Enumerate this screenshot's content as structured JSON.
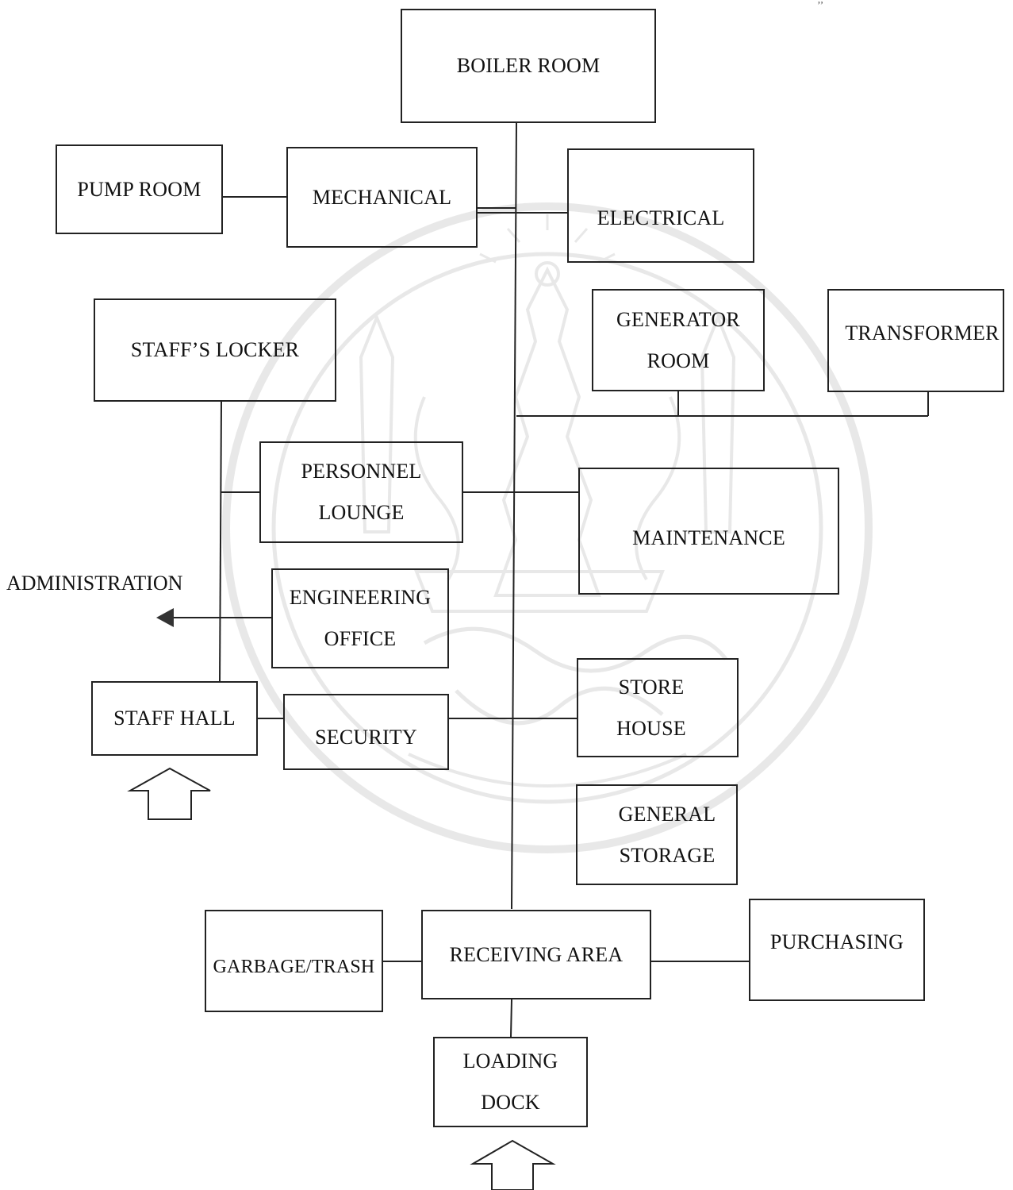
{
  "diagram": {
    "rooms": {
      "boiler_room": [
        "BOILER ROOM"
      ],
      "pump_room": [
        "PUMP ROOM"
      ],
      "mechanical": [
        "MECHANICAL"
      ],
      "electrical": [
        "ELECTRICAL"
      ],
      "staffs_locker": [
        "STAFF’S LOCKER"
      ],
      "generator_room": [
        "GENERATOR",
        "ROOM"
      ],
      "transformer": [
        "TRANSFORMER"
      ],
      "personnel_lounge": [
        "PERSONNEL",
        "LOUNGE"
      ],
      "maintenance": [
        "MAINTENANCE"
      ],
      "engineering_office": [
        "ENGINEERING",
        "OFFICE"
      ],
      "staff_hall": [
        "STAFF HALL"
      ],
      "security": [
        "SECURITY"
      ],
      "store_house": [
        "STORE",
        "HOUSE"
      ],
      "general_storage": [
        "GENERAL",
        "STORAGE"
      ],
      "garbage_trash": [
        "GARBAGE/TRASH"
      ],
      "receiving_area": [
        "RECEIVING AREA"
      ],
      "purchasing": [
        "PURCHASING"
      ],
      "loading_dock": [
        "LOADING",
        "DOCK"
      ]
    },
    "external_label": "ADMINISTRATION",
    "corner_mark": "’’",
    "colors": {
      "ink": "#222222",
      "watermark": "#b0b0b0",
      "background": "#ffffff"
    }
  }
}
